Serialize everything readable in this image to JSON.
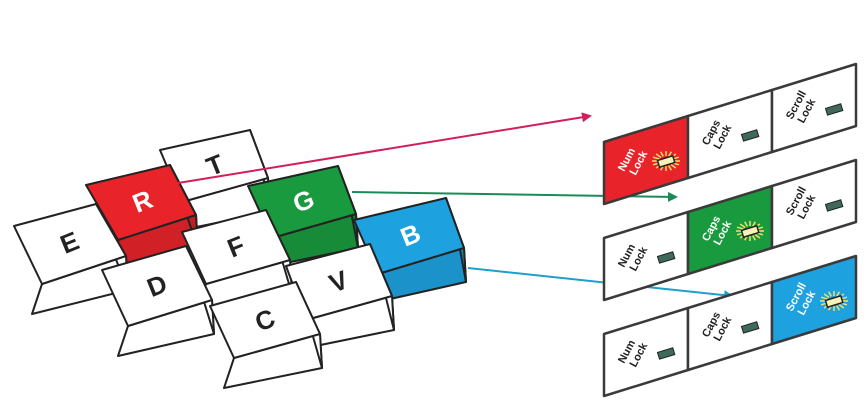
{
  "keys": {
    "t": "T",
    "r": "R",
    "e": "E",
    "g": "G",
    "f": "F",
    "d": "D",
    "b": "B",
    "v": "V",
    "c": "C"
  },
  "colors": {
    "red": "#e8232a",
    "green": "#1a9a3e",
    "blue": "#1ea2df",
    "arrow_red": "#d21f5a",
    "arrow_green": "#1a8b58",
    "arrow_blue": "#1f9fc9",
    "panel_border": "#3a3a3a",
    "led": "#3f6a5b"
  },
  "panels": [
    {
      "active": "num",
      "num": [
        "Num",
        "Lock"
      ],
      "caps": [
        "Caps",
        "Lock"
      ],
      "scroll": [
        "Scroll",
        "Lock"
      ]
    },
    {
      "active": "caps",
      "num": [
        "Num",
        "Lock"
      ],
      "caps": [
        "Caps",
        "Lock"
      ],
      "scroll": [
        "Scroll",
        "Lock"
      ]
    },
    {
      "active": "scroll",
      "num": [
        "Num",
        "Lock"
      ],
      "caps": [
        "Caps",
        "Lock"
      ],
      "scroll": [
        "Scroll",
        "Lock"
      ]
    }
  ]
}
